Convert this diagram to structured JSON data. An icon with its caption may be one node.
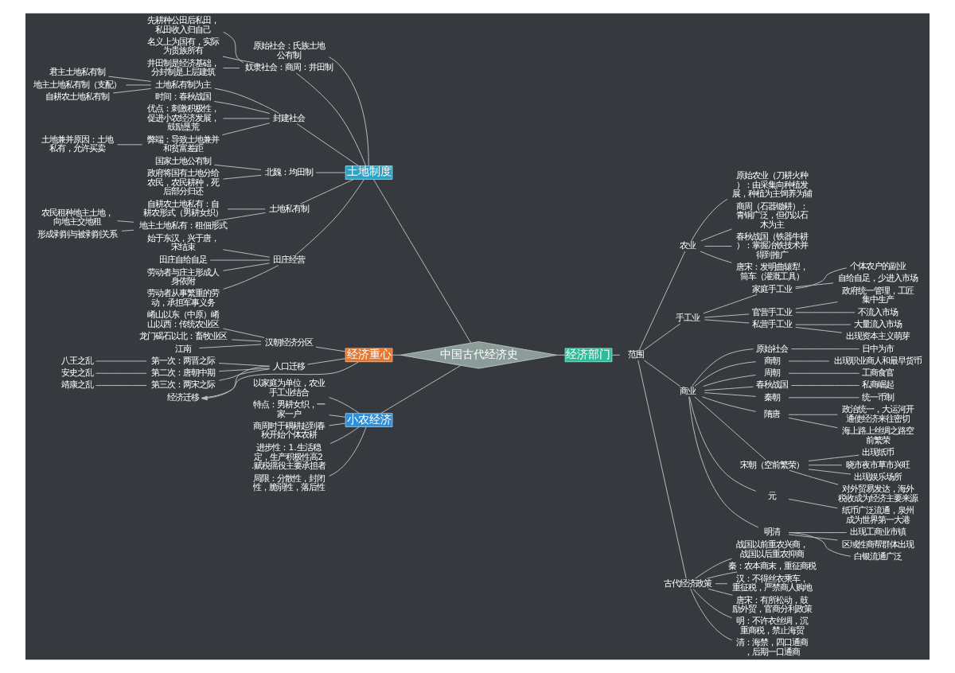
{
  "diagram": {
    "nodes": [
      {
        "text": [
          "中国古代经济史"
        ]
      },
      {
        "text": [
          "土地制度"
        ]
      },
      {
        "text": [
          "原始社会：氏族土地公有制"
        ]
      },
      {
        "text": [
          "奴隶社会：商周：井田制"
        ]
      },
      {
        "text": [
          "先耕种公田后私田，私田收入归自己"
        ]
      },
      {
        "text": [
          "名义上为国有，实际为贵族所有"
        ]
      },
      {
        "text": [
          "井田制是经济基础，分封制是上层建筑"
        ]
      },
      {
        "text": [
          "封建社会"
        ]
      },
      {
        "text": [
          "土地私有制为主"
        ]
      },
      {
        "text": [
          "君主土地私有制"
        ]
      },
      {
        "text": [
          "地主土地私有制（支配）"
        ]
      },
      {
        "text": [
          "自耕农土地私有制"
        ]
      },
      {
        "text": [
          "时间：春秋战国"
        ]
      },
      {
        "text": [
          "优点：刺激积极性，促进小农经济发展，鼓励垦荒"
        ]
      },
      {
        "text": [
          "弊端：导致土地兼并和贫富差距"
        ]
      },
      {
        "text": [
          "土地兼并原因：土地私有，允许买卖"
        ]
      },
      {
        "text": [
          "北魏：均田制"
        ]
      },
      {
        "text": [
          "国家土地公有制"
        ]
      },
      {
        "text": [
          "政府将国有土地分给农民，农民耕种，死后部分归还"
        ]
      },
      {
        "text": [
          "土地私有制"
        ]
      },
      {
        "text": [
          "自耕农土地私有：自耕农形式（男耕女织）"
        ]
      },
      {
        "text": [
          "地主土地私有：租佃形式"
        ]
      },
      {
        "text": [
          "农民租种地主土地，向地主交地租"
        ]
      },
      {
        "text": [
          "形成剥削与被剥削关系"
        ]
      },
      {
        "text": [
          "田庄经营"
        ]
      },
      {
        "text": [
          "始于东汉，兴于唐，宋结束"
        ]
      },
      {
        "text": [
          "田庄自给自足"
        ]
      },
      {
        "text": [
          "劳动者与庄主形成人身依附"
        ]
      },
      {
        "text": [
          "劳动者从事繁重的劳动，承担军事义务"
        ]
      },
      {
        "text": [
          "经济重心"
        ]
      },
      {
        "text": [
          "汉朝经济分区"
        ]
      },
      {
        "text": [
          "崤山以东（中原）崤山以西：传统农业区"
        ]
      },
      {
        "text": [
          "龙门碣石以北：畜牧业区"
        ]
      },
      {
        "text": [
          "江南"
        ]
      },
      {
        "text": [
          "人口迁移"
        ]
      },
      {
        "text": [
          "第一次：两晋之际"
        ]
      },
      {
        "text": [
          "八王之乱"
        ]
      },
      {
        "text": [
          "第二次：唐朝中期"
        ]
      },
      {
        "text": [
          "安史之乱"
        ]
      },
      {
        "text": [
          "第三次：两宋之际"
        ]
      },
      {
        "text": [
          "靖康之乱"
        ]
      },
      {
        "text": [
          "经济迁移"
        ]
      },
      {
        "text": [
          "经济部门"
        ]
      },
      {
        "text": [
          "范围"
        ]
      },
      {
        "text": [
          "农业"
        ]
      },
      {
        "text": [
          "原始农业（刀耕火种）：由采集向种植发展，种植为主饲养为辅"
        ]
      },
      {
        "text": [
          "商周（石器锄耕）：青铜广泛，但仍以石木为主"
        ]
      },
      {
        "text": [
          "春秋战国（铁器牛耕）：掌握冶铁技术并得到推广"
        ]
      },
      {
        "text": [
          "唐宋：发明曲辕犁，筒车（灌溉工具）"
        ]
      },
      {
        "text": [
          "手工业"
        ]
      },
      {
        "text": [
          "家庭手工业"
        ]
      },
      {
        "text": [
          "个体农户的副业"
        ]
      },
      {
        "text": [
          "自给自足，少进入市场"
        ]
      },
      {
        "text": [
          "官营手工业"
        ]
      },
      {
        "text": [
          "政府统一管理，工匠集中生产"
        ]
      },
      {
        "text": [
          "不流入市场"
        ]
      },
      {
        "text": [
          "私营手工业"
        ]
      },
      {
        "text": [
          "大量流入市场"
        ]
      },
      {
        "text": [
          "出现资本主义萌芽"
        ]
      },
      {
        "text": [
          "商业"
        ]
      },
      {
        "text": [
          "原始社会"
        ]
      },
      {
        "text": [
          "日中为市"
        ]
      },
      {
        "text": [
          "商朝"
        ]
      },
      {
        "text": [
          "出现职业商人和最早货币"
        ]
      },
      {
        "text": [
          "周朝"
        ]
      },
      {
        "text": [
          "工商食官"
        ]
      },
      {
        "text": [
          "春秋战国"
        ]
      },
      {
        "text": [
          "私商崛起"
        ]
      },
      {
        "text": [
          "秦朝"
        ]
      },
      {
        "text": [
          "统一币制"
        ]
      },
      {
        "text": [
          "隋唐"
        ]
      },
      {
        "text": [
          "政治统一，大运河开通使经济来往密切"
        ]
      },
      {
        "text": [
          "海上路上丝绸之路空前繁荣"
        ]
      },
      {
        "text": [
          "宋朝（空前繁荣）"
        ]
      },
      {
        "text": [
          "出现纸币"
        ]
      },
      {
        "text": [
          "晓市夜市草市兴旺"
        ]
      },
      {
        "text": [
          "出现娱乐场所"
        ]
      },
      {
        "text": [
          "对外贸易发达，海外税收成为经济主要来源"
        ]
      },
      {
        "text": [
          "元"
        ]
      },
      {
        "text": [
          "纸币广泛流通，泉州成为世界第一大港"
        ]
      },
      {
        "text": [
          "明清"
        ]
      },
      {
        "text": [
          "出现工商业市镇"
        ]
      },
      {
        "text": [
          "区域性商帮群体出现"
        ]
      },
      {
        "text": [
          "白银流通广泛"
        ]
      },
      {
        "text": [
          "古代经济政策"
        ]
      },
      {
        "text": [
          "战国以前重农兴商，战国以后重农抑商"
        ]
      },
      {
        "text": [
          "秦：农本商末，重征商税"
        ]
      },
      {
        "text": [
          "汉：不得丝衣乘车，重征税，严禁商人购地"
        ]
      },
      {
        "text": [
          "唐宋：有所松动，鼓励外贸，官商分利政策"
        ]
      },
      {
        "text": [
          "明：不许衣丝绸，沉重商税，禁止海贸"
        ]
      },
      {
        "text": [
          "清：海禁，四口通商，后期一口通商"
        ]
      },
      {
        "text": [
          "小农经济"
        ]
      },
      {
        "text": [
          "以家庭为单位，农业手工业结合"
        ]
      },
      {
        "text": [
          "特点：男耕女织，一家一户"
        ]
      },
      {
        "text": [
          "商周时于耦耕起到春秋开始个体农耕"
        ]
      },
      {
        "text": [
          "进步性：1.生活稳定，生产积极性高2.赋税徭役主要承担者"
        ]
      },
      {
        "text": [
          "局限：分散性，封闭性，脆弱性，落后性"
        ]
      }
    ],
    "edges": [
      {
        "from": 0,
        "to": 1,
        "arrow": "none"
      },
      {
        "from": 1,
        "to": 2,
        "arrow": "none"
      },
      {
        "from": 1,
        "to": 3,
        "arrow": "none"
      },
      {
        "from": 3,
        "to": 4,
        "arrow": "none"
      },
      {
        "from": 3,
        "to": 5,
        "arrow": "none"
      },
      {
        "from": 3,
        "to": 6,
        "arrow": "none"
      },
      {
        "from": 1,
        "to": 7,
        "arrow": "none"
      },
      {
        "from": 7,
        "to": 8,
        "arrow": "none"
      },
      {
        "from": 8,
        "to": 9,
        "arrow": "none"
      },
      {
        "from": 8,
        "to": 10,
        "arrow": "none"
      },
      {
        "from": 8,
        "to": 11,
        "arrow": "none"
      },
      {
        "from": 7,
        "to": 12,
        "arrow": "none"
      },
      {
        "from": 7,
        "to": 13,
        "arrow": "none"
      },
      {
        "from": 7,
        "to": 14,
        "arrow": "none"
      },
      {
        "from": 14,
        "to": 15,
        "arrow": "none"
      },
      {
        "from": 1,
        "to": 16,
        "arrow": "none"
      },
      {
        "from": 16,
        "to": 17,
        "arrow": "none"
      },
      {
        "from": 16,
        "to": 18,
        "arrow": "none"
      },
      {
        "from": 1,
        "to": 19,
        "arrow": "none"
      },
      {
        "from": 19,
        "to": 20,
        "arrow": "none"
      },
      {
        "from": 19,
        "to": 21,
        "arrow": "none"
      },
      {
        "from": 21,
        "to": 22,
        "arrow": "none"
      },
      {
        "from": 21,
        "to": 23,
        "arrow": "none"
      },
      {
        "from": 1,
        "to": 24,
        "arrow": "none"
      },
      {
        "from": 24,
        "to": 25,
        "arrow": "none"
      },
      {
        "from": 24,
        "to": 26,
        "arrow": "none"
      },
      {
        "from": 24,
        "to": 27,
        "arrow": "none"
      },
      {
        "from": 24,
        "to": 28,
        "arrow": "none"
      },
      {
        "from": 0,
        "to": 29,
        "arrow": "none"
      },
      {
        "from": 29,
        "to": 30,
        "arrow": "none"
      },
      {
        "from": 30,
        "to": 31,
        "arrow": "none"
      },
      {
        "from": 30,
        "to": 32,
        "arrow": "none"
      },
      {
        "from": 30,
        "to": 33,
        "arrow": "none"
      },
      {
        "from": 29,
        "to": 34,
        "arrow": "none"
      },
      {
        "from": 34,
        "to": 35,
        "arrow": "none"
      },
      {
        "from": 35,
        "to": 36,
        "arrow": "none"
      },
      {
        "from": 34,
        "to": 37,
        "arrow": "none"
      },
      {
        "from": 37,
        "to": 38,
        "arrow": "none"
      },
      {
        "from": 34,
        "to": 39,
        "arrow": "none"
      },
      {
        "from": 39,
        "to": 40,
        "arrow": "none"
      },
      {
        "from": 29,
        "to": 41,
        "arrow": "none"
      },
      {
        "from": 34,
        "to": 41,
        "arrow": "to"
      },
      {
        "from": 0,
        "to": 42,
        "arrow": "none"
      },
      {
        "from": 42,
        "to": 43,
        "arrow": "none"
      },
      {
        "from": 43,
        "to": 44,
        "arrow": "none"
      },
      {
        "from": 44,
        "to": 45,
        "arrow": "none"
      },
      {
        "from": 44,
        "to": 46,
        "arrow": "none"
      },
      {
        "from": 44,
        "to": 47,
        "arrow": "none"
      },
      {
        "from": 44,
        "to": 48,
        "arrow": "none"
      },
      {
        "from": 43,
        "to": 49,
        "arrow": "none"
      },
      {
        "from": 49,
        "to": 50,
        "arrow": "none"
      },
      {
        "from": 50,
        "to": 51,
        "arrow": "none"
      },
      {
        "from": 50,
        "to": 52,
        "arrow": "none"
      },
      {
        "from": 49,
        "to": 53,
        "arrow": "none"
      },
      {
        "from": 53,
        "to": 54,
        "arrow": "none"
      },
      {
        "from": 53,
        "to": 55,
        "arrow": "none"
      },
      {
        "from": 49,
        "to": 56,
        "arrow": "none"
      },
      {
        "from": 56,
        "to": 57,
        "arrow": "none"
      },
      {
        "from": 56,
        "to": 58,
        "arrow": "none"
      },
      {
        "from": 43,
        "to": 59,
        "arrow": "none"
      },
      {
        "from": 59,
        "to": 60,
        "arrow": "none"
      },
      {
        "from": 60,
        "to": 61,
        "arrow": "none"
      },
      {
        "from": 59,
        "to": 62,
        "arrow": "none"
      },
      {
        "from": 62,
        "to": 63,
        "arrow": "none"
      },
      {
        "from": 59,
        "to": 64,
        "arrow": "none"
      },
      {
        "from": 64,
        "to": 65,
        "arrow": "none"
      },
      {
        "from": 59,
        "to": 66,
        "arrow": "none"
      },
      {
        "from": 66,
        "to": 67,
        "arrow": "none"
      },
      {
        "from": 59,
        "to": 68,
        "arrow": "none"
      },
      {
        "from": 68,
        "to": 69,
        "arrow": "none"
      },
      {
        "from": 59,
        "to": 70,
        "arrow": "none"
      },
      {
        "from": 70,
        "to": 71,
        "arrow": "none"
      },
      {
        "from": 70,
        "to": 72,
        "arrow": "none"
      },
      {
        "from": 59,
        "to": 73,
        "arrow": "none"
      },
      {
        "from": 73,
        "to": 74,
        "arrow": "none"
      },
      {
        "from": 73,
        "to": 75,
        "arrow": "none"
      },
      {
        "from": 73,
        "to": 76,
        "arrow": "none"
      },
      {
        "from": 73,
        "to": 77,
        "arrow": "none"
      },
      {
        "from": 59,
        "to": 78,
        "arrow": "none"
      },
      {
        "from": 78,
        "to": 79,
        "arrow": "none"
      },
      {
        "from": 59,
        "to": 80,
        "arrow": "none"
      },
      {
        "from": 80,
        "to": 81,
        "arrow": "none"
      },
      {
        "from": 80,
        "to": 82,
        "arrow": "none"
      },
      {
        "from": 80,
        "to": 83,
        "arrow": "none"
      },
      {
        "from": 43,
        "to": 84,
        "arrow": "none"
      },
      {
        "from": 84,
        "to": 85,
        "arrow": "none"
      },
      {
        "from": 84,
        "to": 86,
        "arrow": "none"
      },
      {
        "from": 84,
        "to": 87,
        "arrow": "none"
      },
      {
        "from": 84,
        "to": 88,
        "arrow": "none"
      },
      {
        "from": 84,
        "to": 89,
        "arrow": "none"
      },
      {
        "from": 84,
        "to": 90,
        "arrow": "none"
      },
      {
        "from": 0,
        "to": 91,
        "arrow": "none"
      },
      {
        "from": 91,
        "to": 92,
        "arrow": "none"
      },
      {
        "from": 91,
        "to": 93,
        "arrow": "none"
      },
      {
        "from": 91,
        "to": 94,
        "arrow": "none"
      },
      {
        "from": 91,
        "to": 95,
        "arrow": "none"
      },
      {
        "from": 91,
        "to": 96,
        "arrow": "none"
      }
    ]
  }
}
